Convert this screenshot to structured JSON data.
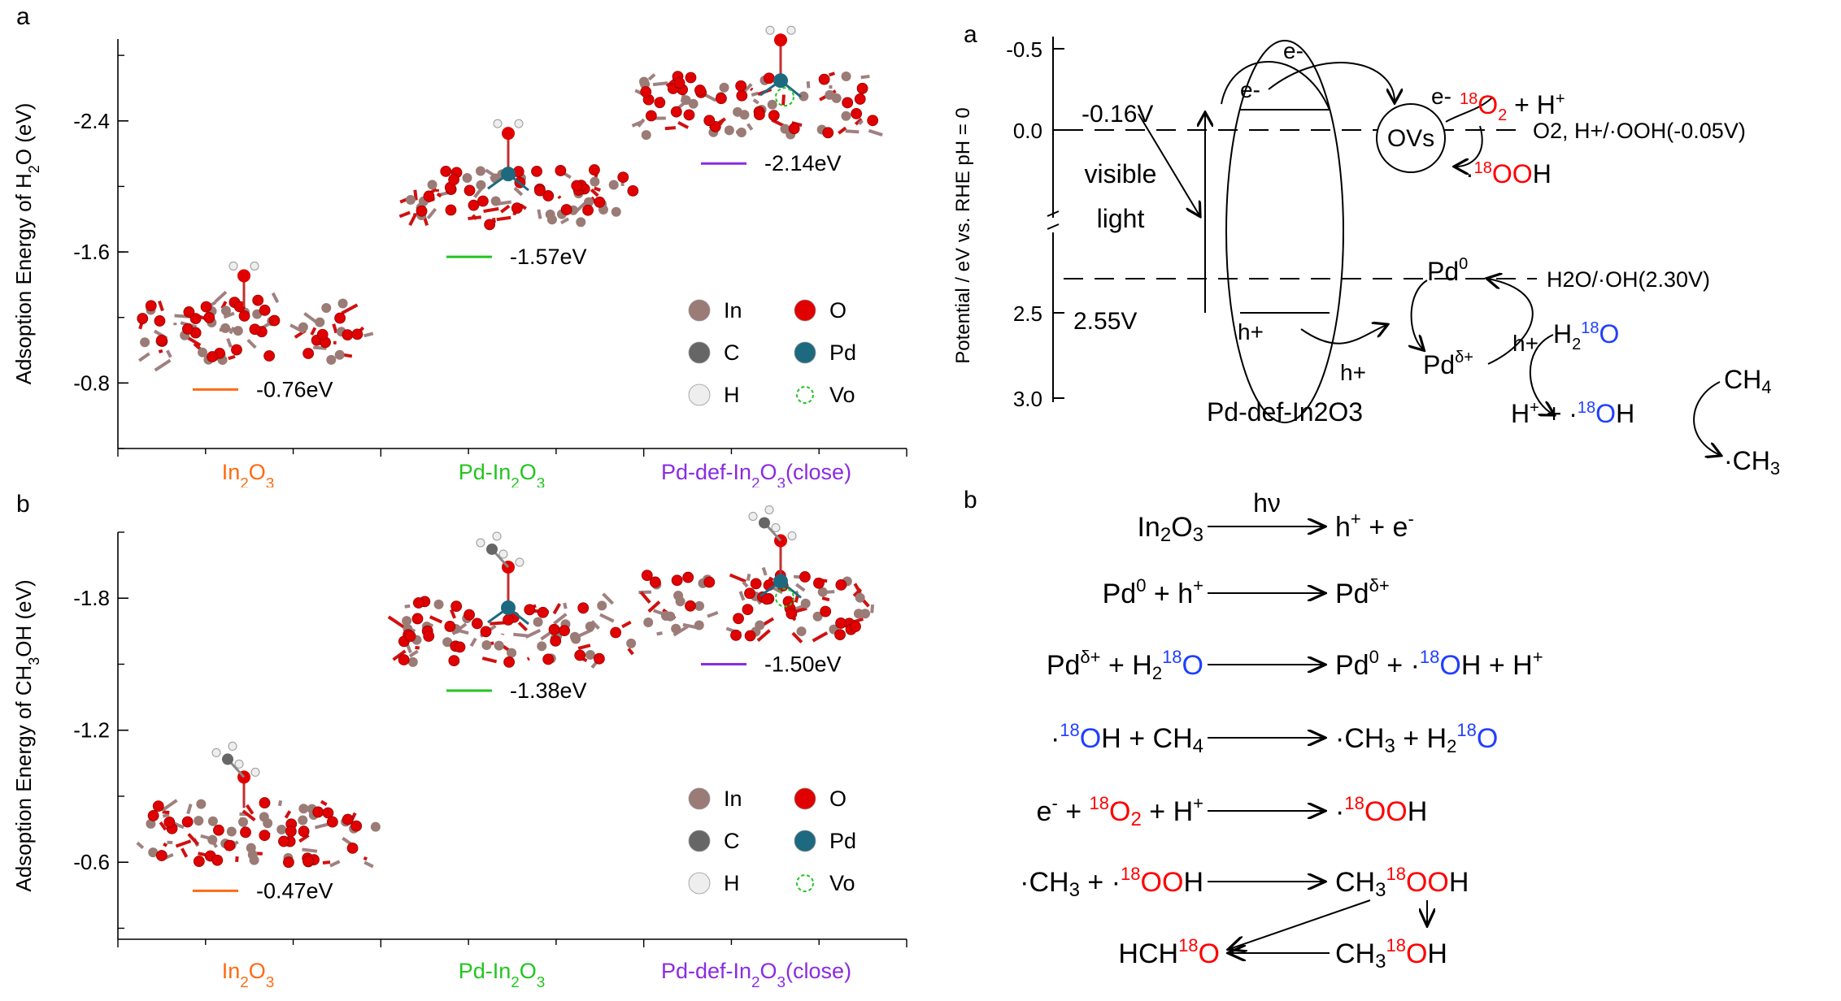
{
  "colors": {
    "in2o3": "#ff6a13",
    "pd_in2o3": "#22c51f",
    "pd_def": "#8a2be2",
    "red": "#ff0000",
    "blue": "#1f3fff",
    "atom_in": "#9a7b76",
    "atom_o": "#e00000",
    "atom_c": "#666666",
    "atom_h": "#eeeeee",
    "atom_pd": "#1d6a80",
    "vo": "#22c51f"
  },
  "legend_items": {
    "in": "In",
    "o": "O",
    "c": "C",
    "pd": "Pd",
    "h": "H",
    "vo": "Vo"
  },
  "chart_data": [
    {
      "panel_label": "a",
      "type": "scatter",
      "ylabel": "Adsoption Energy of H2O (eV)",
      "categories": [
        "In2O3",
        "Pd-In2O3",
        "Pd-def-In2O3(close)"
      ],
      "values": [
        -0.76,
        -1.57,
        -2.14
      ],
      "value_labels": [
        "-0.76eV",
        "-1.57eV",
        "-2.14eV"
      ],
      "yticks": [
        -2.4,
        -1.6,
        -0.8
      ],
      "ylim": [
        -0.4,
        -2.9
      ],
      "series_colors": [
        "#ff6a13",
        "#22c51f",
        "#8a2be2"
      ]
    },
    {
      "panel_label": "b",
      "type": "scatter",
      "ylabel": "Adsoption Energy of CH3OH (eV)",
      "categories": [
        "In2O3",
        "Pd-In2O3",
        "Pd-def-In2O3(close)"
      ],
      "values": [
        -0.47,
        -1.38,
        -1.5
      ],
      "value_labels": [
        "-0.47eV",
        "-1.38eV",
        "-1.50eV"
      ],
      "yticks": [
        -1.8,
        -1.2,
        -0.6
      ],
      "ylim": [
        -0.25,
        -2.1
      ],
      "series_colors": [
        "#ff6a13",
        "#22c51f",
        "#8a2be2"
      ]
    }
  ],
  "diagram": {
    "panel_label": "a",
    "ylabel": "Potential / eV vs. RHE pH = 0",
    "yticks": [
      "-0.5",
      "0.0",
      "2.5",
      "3.0"
    ],
    "cb_level": "-0.16V",
    "vb_level": "2.55V",
    "electron": "e-",
    "hole": "h+",
    "visible_light": [
      "visible",
      "light"
    ],
    "ovs": "OVs",
    "o2_ref": "O2, H+/·OOH(-0.05V)",
    "h2o_ref": "H2O/·OH(2.30V)",
    "catalyst": "Pd-def-In2O3",
    "pd0": "Pd0",
    "pd_delta": "Pdδ+",
    "ch4": "CH4",
    "ch3": "·CH3"
  },
  "reactions": {
    "panel_label": "b",
    "r1_left": "In2O3",
    "r1_over": "hν",
    "r1_right": "h+ + e-",
    "r2_left": "Pd0 + h+",
    "r2_right": "Pdδ+",
    "r3_left": "Pdδ+ + H218O",
    "r3_right": "Pd0 + ·18OH + H+",
    "r4_left": "·18OH + CH4",
    "r4_right": "·CH3 + H218O",
    "r5_left": "e- + 18O2 + H+",
    "r5_right": "·18OOH",
    "r6_left": "·CH3 + ·18OOH",
    "r6_right": "CH318OOH",
    "r7_left": "HCH18O",
    "r7_right": "CH318OH"
  }
}
